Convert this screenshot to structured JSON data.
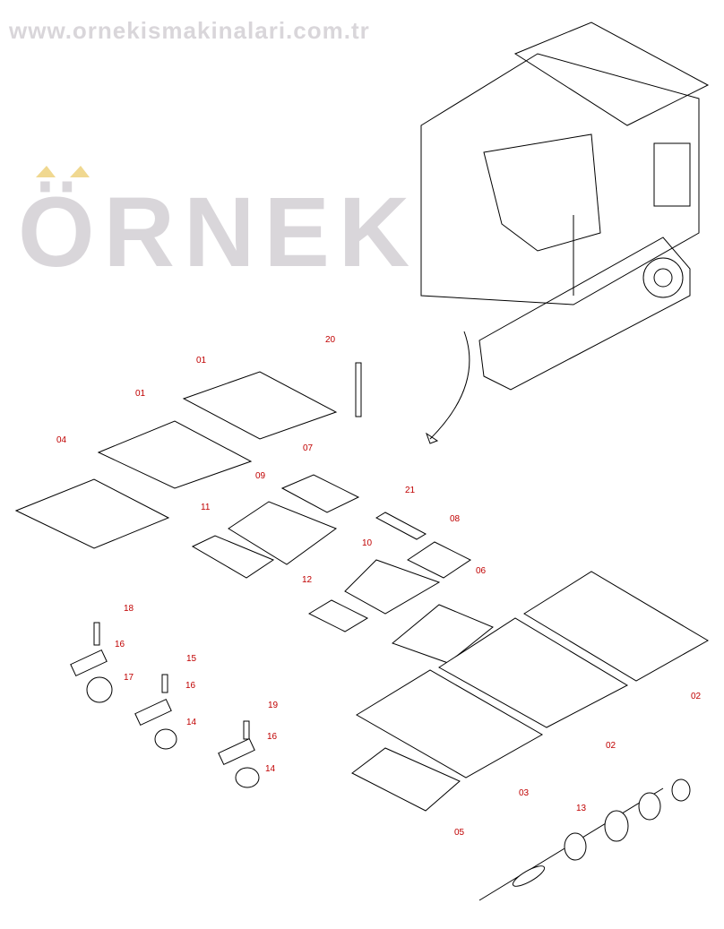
{
  "watermark": {
    "brand": "ÖRNEK",
    "url": "www.ornekismakinalari.com.tr"
  },
  "callouts": [
    {
      "id": "20"
    },
    {
      "id": "01"
    },
    {
      "id": "01"
    },
    {
      "id": "04"
    },
    {
      "id": "07"
    },
    {
      "id": "09"
    },
    {
      "id": "21"
    },
    {
      "id": "11"
    },
    {
      "id": "08"
    },
    {
      "id": "10"
    },
    {
      "id": "06"
    },
    {
      "id": "12"
    },
    {
      "id": "18"
    },
    {
      "id": "16"
    },
    {
      "id": "17"
    },
    {
      "id": "15"
    },
    {
      "id": "16"
    },
    {
      "id": "14"
    },
    {
      "id": "19"
    },
    {
      "id": "16"
    },
    {
      "id": "14"
    },
    {
      "id": "02"
    },
    {
      "id": "02"
    },
    {
      "id": "03"
    },
    {
      "id": "05"
    },
    {
      "id": "13"
    }
  ],
  "colors": {
    "callout": "#c00000",
    "watermark": "#d9d6da",
    "accent": "#f0d890"
  }
}
